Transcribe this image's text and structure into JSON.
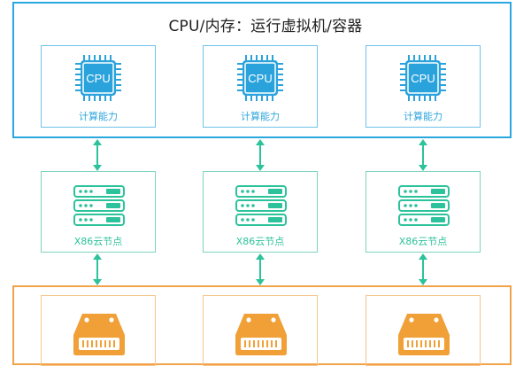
{
  "top_group": {
    "title": "CPU/内存：运行虚拟机/容器",
    "units": [
      {
        "chip_label": "CPU",
        "caption": "计算能力"
      },
      {
        "chip_label": "CPU",
        "caption": "计算能力"
      },
      {
        "chip_label": "CPU",
        "caption": "计算能力"
      }
    ]
  },
  "nodes": [
    {
      "caption": "X86云节点"
    },
    {
      "caption": "X86云节点"
    },
    {
      "caption": "X86云节点"
    }
  ],
  "bottom_group": {
    "disks": [
      {},
      {},
      {}
    ]
  },
  "colors": {
    "compute_blue": "#29a8e0",
    "node_green": "#2cc29b",
    "storage_orange": "#f2a34a"
  },
  "icons": [
    "cpu-chip-icon",
    "server-rack-icon",
    "hard-disk-icon",
    "double-arrow-icon"
  ]
}
